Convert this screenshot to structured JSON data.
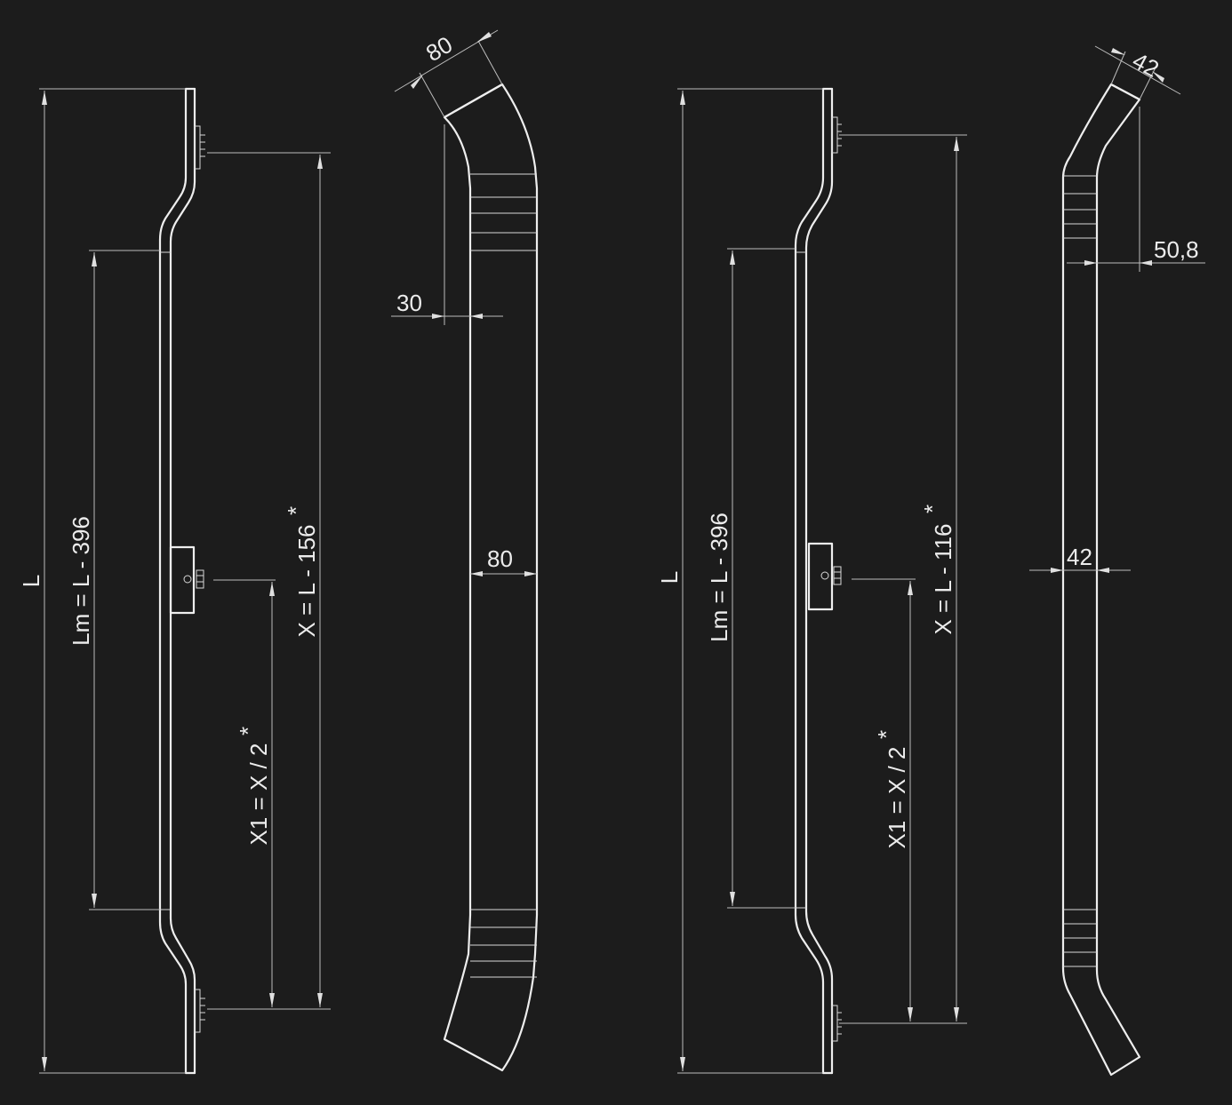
{
  "colors": {
    "background": "#1c1c1c",
    "line": "#eeeeee"
  },
  "views": {
    "front_a": {
      "overall": "L",
      "mount": "Lm = L - 396",
      "spacing": "X = L - 156",
      "spacing_mark": "*",
      "center": "X1 = X / 2",
      "center_mark": "*"
    },
    "side_a": {
      "top_width": "80",
      "offset": "30",
      "body_width": "80"
    },
    "front_b": {
      "overall": "L",
      "mount": "Lm = L - 396",
      "spacing": "X = L - 116",
      "spacing_mark": "*",
      "center": "X1 = X / 2",
      "center_mark": "*"
    },
    "side_b": {
      "top_width": "42",
      "offset": "50,8",
      "body_width": "42"
    }
  }
}
